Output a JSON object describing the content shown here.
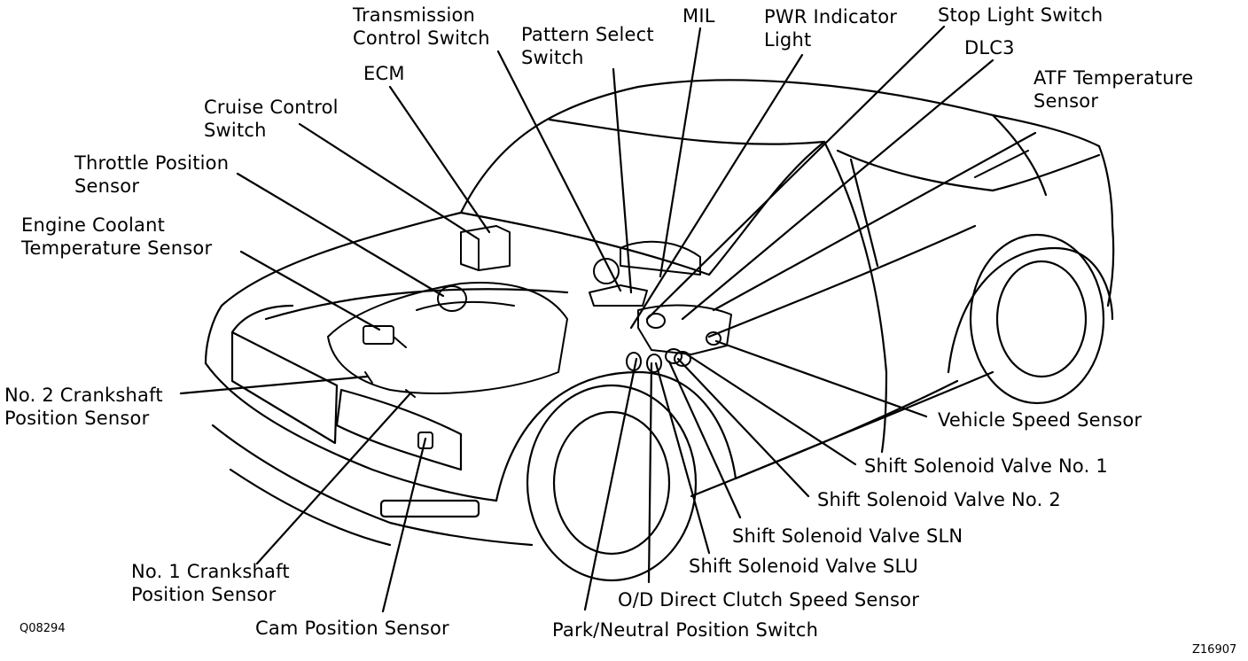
{
  "labels": {
    "transmission_control_switch": [
      "Transmission",
      "Control Switch"
    ],
    "pattern_select_switch": [
      "Pattern  Select",
      "Switch"
    ],
    "mil": [
      "MIL"
    ],
    "pwr_indicator_light": [
      "PWR Indicator",
      "Light"
    ],
    "stop_light_switch": [
      "Stop Light Switch"
    ],
    "dlc3": [
      "DLC3"
    ],
    "atf_temperature_sensor": [
      "ATF Temperature",
      "Sensor"
    ],
    "ecm": [
      "ECM"
    ],
    "cruise_control_switch": [
      "Cruise Control",
      "Switch"
    ],
    "throttle_position_sensor": [
      "Throttle Position",
      "Sensor"
    ],
    "engine_coolant_temperature_sensor": [
      "Engine Coolant",
      "Temperature Sensor"
    ],
    "no2_crankshaft_position_sensor": [
      "No. 2 Crankshaft",
      "Position Sensor"
    ],
    "vehicle_speed_sensor": [
      "Vehicle Speed Sensor"
    ],
    "shift_solenoid_valve_no1": [
      "Shift Solenoid Valve No. 1"
    ],
    "shift_solenoid_valve_no2": [
      "Shift Solenoid Valve No. 2"
    ],
    "shift_solenoid_valve_sln": [
      "Shift Solenoid Valve SLN"
    ],
    "shift_solenoid_valve_slu": [
      "Shift Solenoid Valve SLU"
    ],
    "od_direct_clutch_speed_sensor": [
      "O/D Direct Clutch Speed Sensor"
    ],
    "no1_crankshaft_position_sensor": [
      "No. 1 Crankshaft",
      "Position Sensor"
    ],
    "cam_position_sensor": [
      "Cam Position Sensor"
    ],
    "park_neutral_position_switch": [
      "Park/Neutral Position Switch"
    ]
  },
  "codes": {
    "left": "Q08294",
    "right": "Z16907"
  }
}
